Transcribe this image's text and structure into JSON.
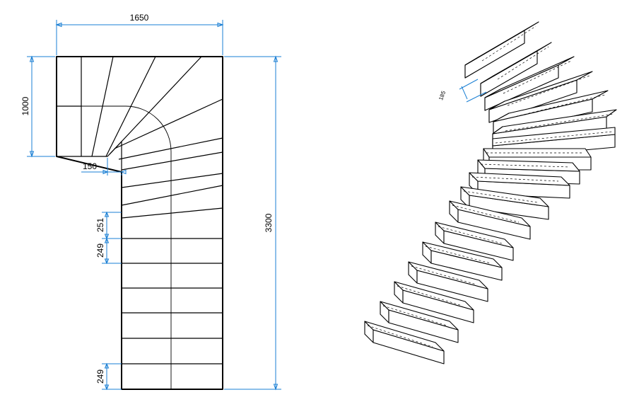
{
  "plan": {
    "dimensions": {
      "total_width": "1650",
      "total_length": "3300",
      "landing_depth": "1000",
      "inner_offset": "150",
      "tread_winder": "251",
      "tread_a": "249",
      "tread_b": "249"
    }
  },
  "iso": {
    "riser_height": "185"
  },
  "colors": {
    "dimension": "#1a7fd4",
    "outline": "#000000"
  }
}
